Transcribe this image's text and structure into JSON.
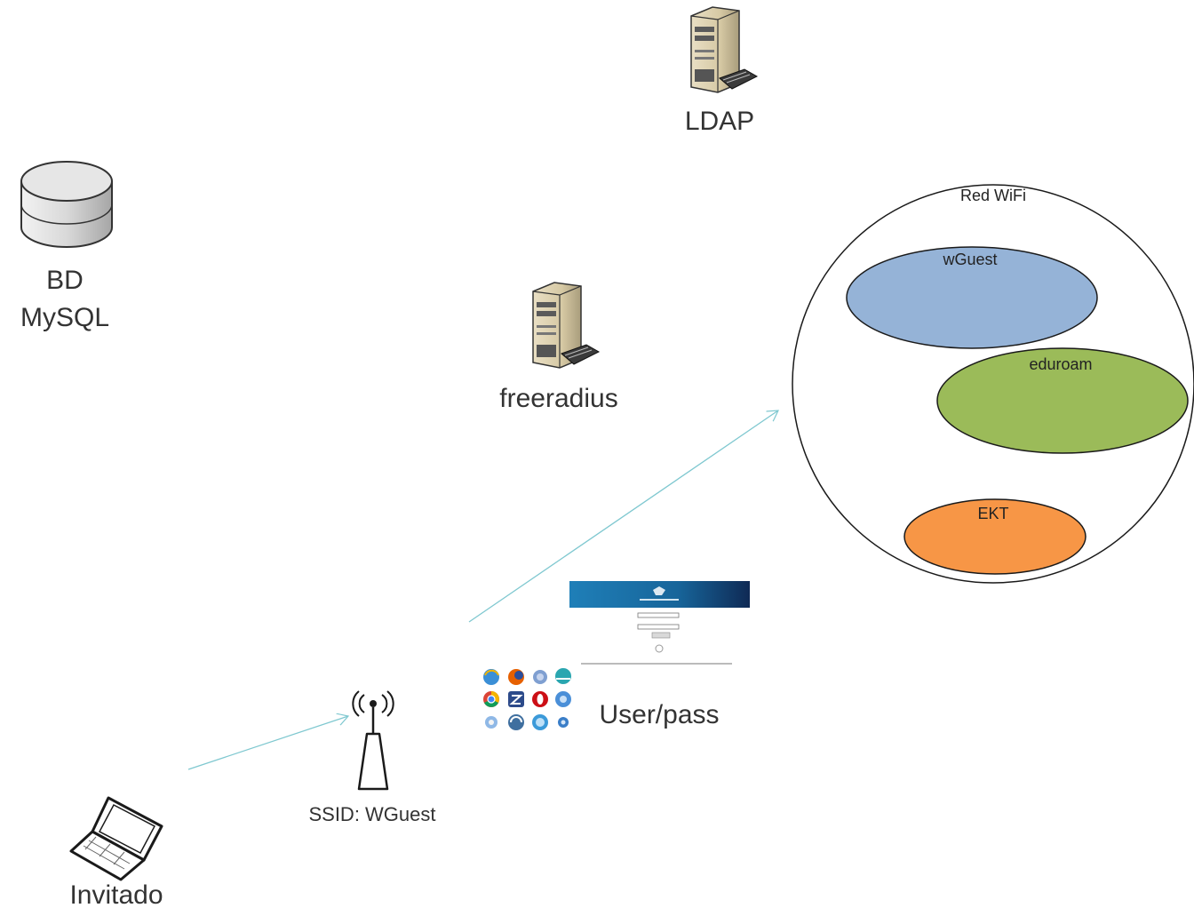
{
  "nodes": {
    "ldap": {
      "label": "LDAP",
      "icon": "server-icon"
    },
    "database": {
      "label_line1": "BD",
      "label_line2": "MySQL",
      "icon": "database-icon"
    },
    "freeradius": {
      "label": "freeradius",
      "icon": "server-icon"
    },
    "access_point": {
      "label": "SSID: WGuest",
      "icon": "wireless-antenna-icon"
    },
    "guest": {
      "label": "Invitado",
      "icon": "laptop-icon"
    },
    "captive_portal": {
      "label": "User/pass",
      "icon": "browser-icons"
    }
  },
  "wifi_network": {
    "label": "Red WiFi",
    "networks": [
      {
        "label": "wGuest",
        "color": "#95b3d7"
      },
      {
        "label": "eduroam",
        "color": "#9bbb59"
      },
      {
        "label": "EKT",
        "color": "#f79646"
      }
    ]
  },
  "colors": {
    "arrow": "#7fc8d0",
    "outline": "#1a1a1a",
    "portal_header": "#1f7fb8"
  }
}
